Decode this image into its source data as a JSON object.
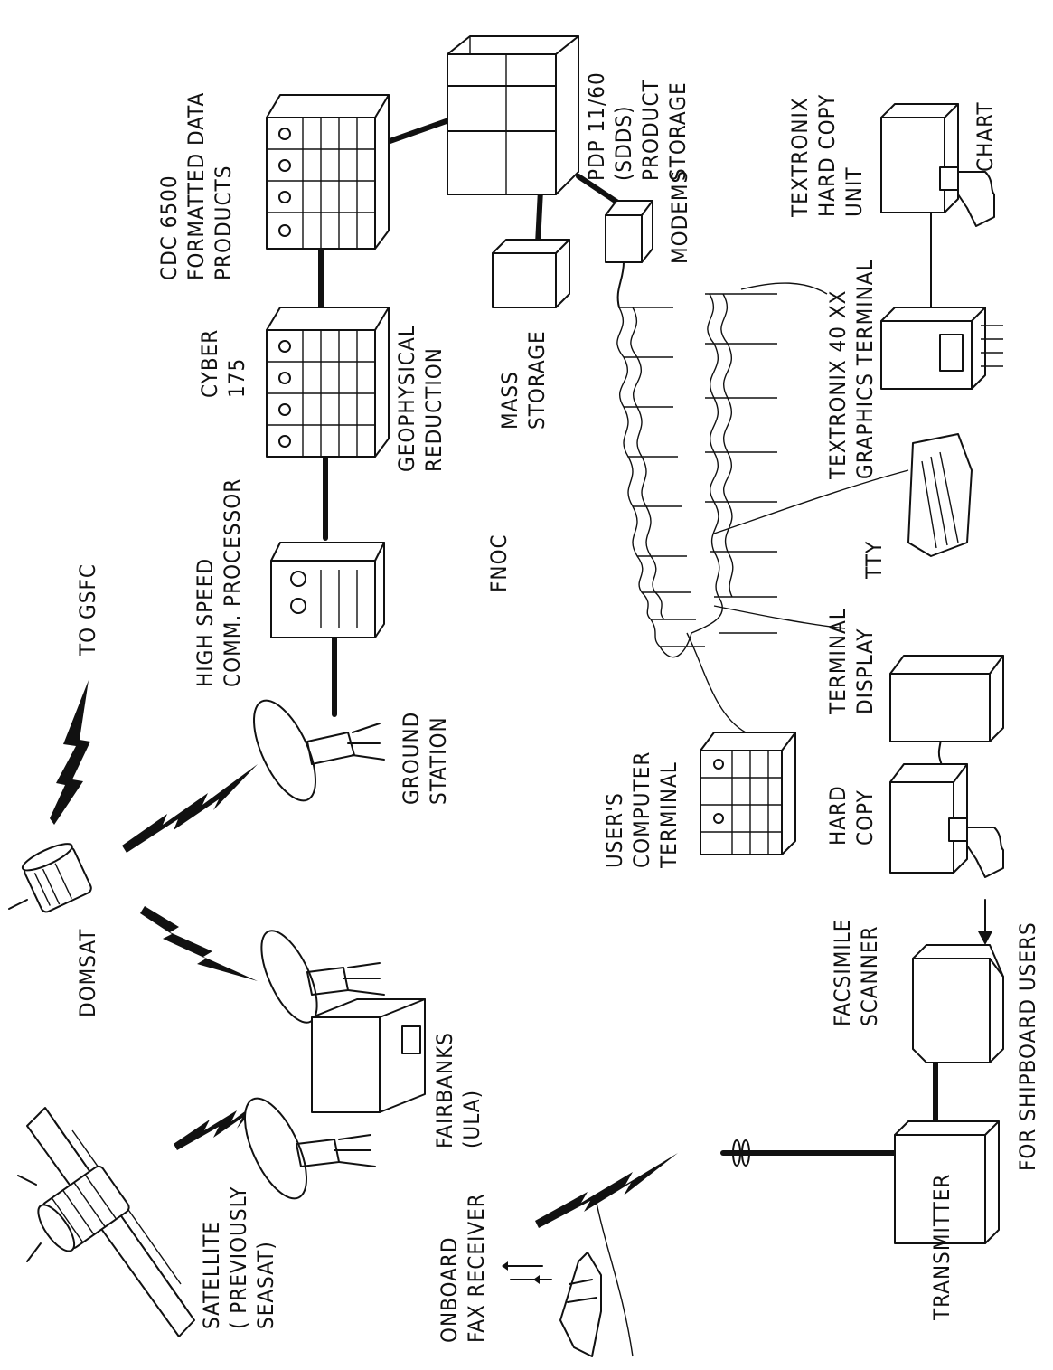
{
  "labels": {
    "satellite": [
      "SATELLITE",
      "( PREVIOUSLY",
      "SEASAT)"
    ],
    "domsat": [
      "DOMSAT"
    ],
    "to_gsfc": [
      "TO GSFC"
    ],
    "fairbanks": [
      "FAIRBANKS",
      "(ULA)"
    ],
    "ground_station": [
      "GROUND",
      "STATION"
    ],
    "high_speed": [
      "HIGH SPEED",
      "COMM. PROCESSOR"
    ],
    "cyber": [
      "CYBER",
      "175"
    ],
    "geophysical": [
      "GEOPHYSICAL",
      "REDUCTION"
    ],
    "cdc": [
      "CDC 6500",
      "FORMATTED DATA",
      "PRODUCTS"
    ],
    "pdp": [
      "PDP 11/60",
      "(SDDS)",
      "PRODUCT",
      "STORAGE"
    ],
    "mass_storage": [
      "MASS",
      "STORAGE"
    ],
    "modems": [
      "MODEMS"
    ],
    "fnoc": [
      "FNOC"
    ],
    "textronix_hard_copy": [
      "TEXTRONIX",
      "HARD COPY",
      "UNIT"
    ],
    "chart": [
      "CHART"
    ],
    "textronix_graphics": [
      "TEXTRONIX 40 XX",
      "GRAPHICS TERMINAL"
    ],
    "tty": [
      "TTY"
    ],
    "terminal_display": [
      "TERMINAL",
      "DISPLAY"
    ],
    "users_terminal": [
      "USER'S",
      "COMPUTER",
      "TERMINAL"
    ],
    "hard_copy": [
      "HARD",
      "COPY"
    ],
    "facsimile": [
      "FACSIMILE",
      "SCANNER"
    ],
    "shipboard": [
      "FOR SHIPBOARD USERS"
    ],
    "transmitter": [
      "TRANSMITTER"
    ],
    "onboard_fax": [
      "ONBOARD",
      "FAX RECEIVER"
    ]
  }
}
